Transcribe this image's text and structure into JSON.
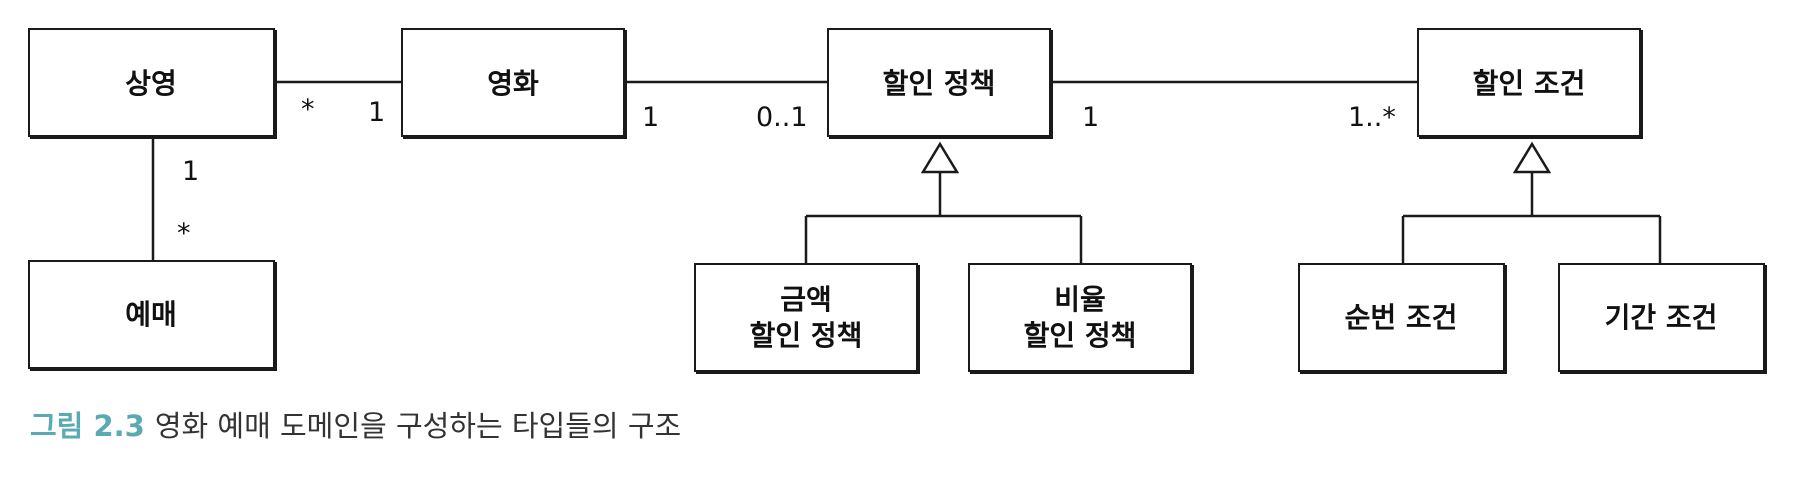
{
  "diagram": {
    "boxes": {
      "screening": "상영",
      "movie": "영화",
      "discount_policy": "할인 정책",
      "discount_condition": "할인 조건",
      "reservation": "예매",
      "amount_policy_line1": "금액",
      "amount_policy_line2": "할인 정책",
      "percent_policy_line1": "비율",
      "percent_policy_line2": "할인 정책",
      "sequence_condition": "순번 조건",
      "period_condition": "기간 조건"
    },
    "multiplicities": {
      "screening_to_movie_left": "*",
      "screening_to_movie_right": "1",
      "movie_to_policy_left": "1",
      "movie_to_policy_right": "0..1",
      "policy_to_condition_left": "1",
      "policy_to_condition_right": "1..*",
      "screening_to_reservation_top": "1",
      "screening_to_reservation_bottom": "*"
    }
  },
  "caption": {
    "label": "그림 2.3",
    "text": "영화 예매 도메인을 구성하는 타입들의 구조"
  }
}
